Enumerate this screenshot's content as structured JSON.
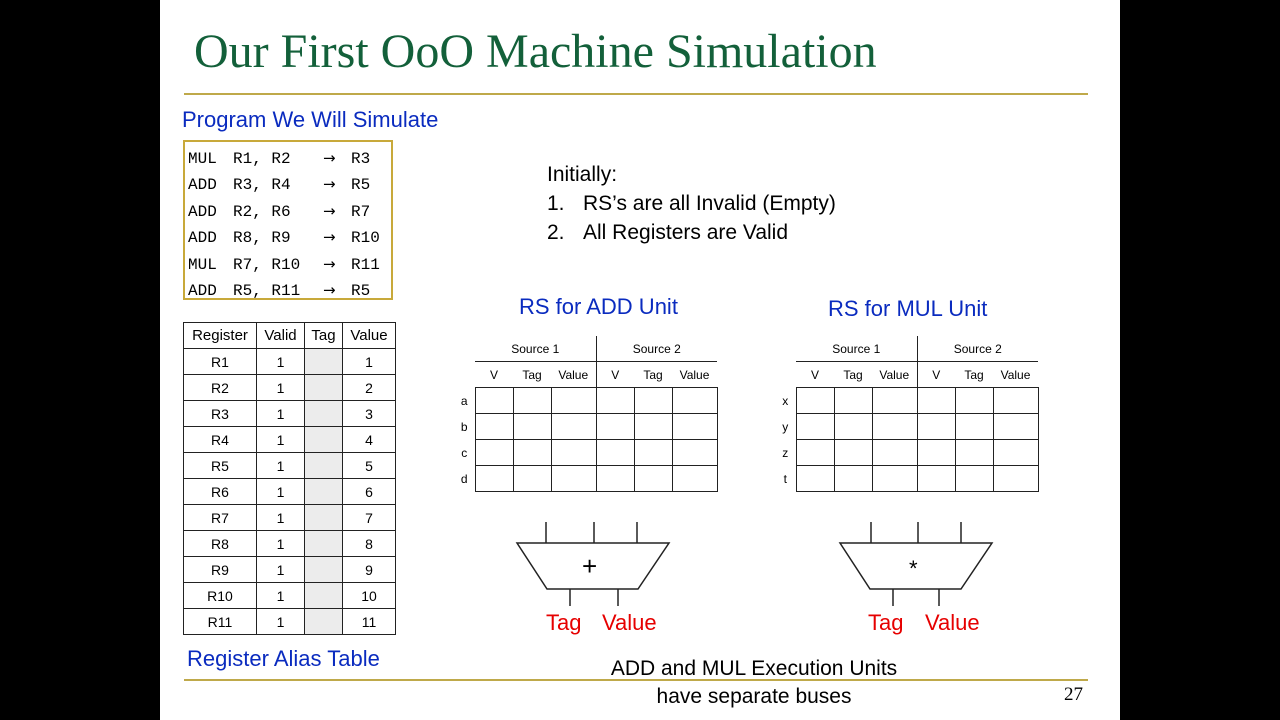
{
  "title": "Our First OoO Machine Simulation",
  "program": {
    "heading": "Program We Will Simulate",
    "arrow_icon": "arrow-right-icon",
    "instructions": [
      {
        "op": "MUL",
        "src": "R1, R2",
        "arrow": "→",
        "dst": "R3"
      },
      {
        "op": "ADD",
        "src": "R3, R4",
        "arrow": "→",
        "dst": "R5"
      },
      {
        "op": "ADD",
        "src": "R2, R6",
        "arrow": "→",
        "dst": "R7"
      },
      {
        "op": "ADD",
        "src": "R8, R9",
        "arrow": "→",
        "dst": "R10"
      },
      {
        "op": "MUL",
        "src": "R7, R10",
        "arrow": "→",
        "dst": "R11"
      },
      {
        "op": "ADD",
        "src": "R5, R11",
        "arrow": "→",
        "dst": "R5"
      }
    ]
  },
  "rat": {
    "caption": "Register Alias Table",
    "headers": [
      "Register",
      "Valid",
      "Tag",
      "Value"
    ],
    "rows": [
      {
        "reg": "R1",
        "valid": "1",
        "tag": "",
        "value": "1"
      },
      {
        "reg": "R2",
        "valid": "1",
        "tag": "",
        "value": "2"
      },
      {
        "reg": "R3",
        "valid": "1",
        "tag": "",
        "value": "3"
      },
      {
        "reg": "R4",
        "valid": "1",
        "tag": "",
        "value": "4"
      },
      {
        "reg": "R5",
        "valid": "1",
        "tag": "",
        "value": "5"
      },
      {
        "reg": "R6",
        "valid": "1",
        "tag": "",
        "value": "6"
      },
      {
        "reg": "R7",
        "valid": "1",
        "tag": "",
        "value": "7"
      },
      {
        "reg": "R8",
        "valid": "1",
        "tag": "",
        "value": "8"
      },
      {
        "reg": "R9",
        "valid": "1",
        "tag": "",
        "value": "9"
      },
      {
        "reg": "R10",
        "valid": "1",
        "tag": "",
        "value": "10"
      },
      {
        "reg": "R11",
        "valid": "1",
        "tag": "",
        "value": "11"
      }
    ]
  },
  "initially": {
    "heading": "Initially:",
    "items": [
      "RS’s are all Invalid (Empty)",
      "All Registers are Valid"
    ]
  },
  "rs_add": {
    "title": "RS for ADD Unit",
    "source1": "Source 1",
    "source2": "Source 2",
    "cols": [
      "V",
      "Tag",
      "Value",
      "V",
      "Tag",
      "Value"
    ],
    "rows": [
      "a",
      "b",
      "c",
      "d"
    ],
    "op_symbol": "+",
    "tag_label": "Tag",
    "value_label": "Value"
  },
  "rs_mul": {
    "title": "RS for MUL Unit",
    "source1": "Source 1",
    "source2": "Source 2",
    "cols": [
      "V",
      "Tag",
      "Value",
      "V",
      "Tag",
      "Value"
    ],
    "rows": [
      "x",
      "y",
      "z",
      "t"
    ],
    "op_symbol": "*",
    "tag_label": "Tag",
    "value_label": "Value"
  },
  "caption": {
    "line1": "ADD and MUL Execution Units",
    "line2": "have separate buses"
  },
  "page_number": "27",
  "colors": {
    "title": "#13603a",
    "rule": "#bfa94a",
    "heading_blue": "#0a2bbf",
    "bus_red": "#e60000",
    "program_border": "#c8a93a"
  }
}
